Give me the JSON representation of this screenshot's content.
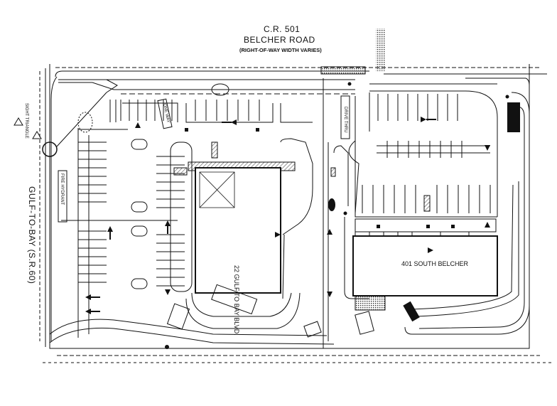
{
  "plan": {
    "road_number": "C.R. 501",
    "road_name": "BELCHER ROAD",
    "right_of_way_note": "(RIGHT-OF-WAY WIDTH VARIES)",
    "cross_road": "GULF-TO-BAY (S.R.60)",
    "building_1": "22 GULF TO BAY BLVD.",
    "building_2": "401 SOUTH BELCHER"
  },
  "colors": {
    "line": "#111111",
    "hatch": "#555555",
    "paper": "#ffffff"
  }
}
